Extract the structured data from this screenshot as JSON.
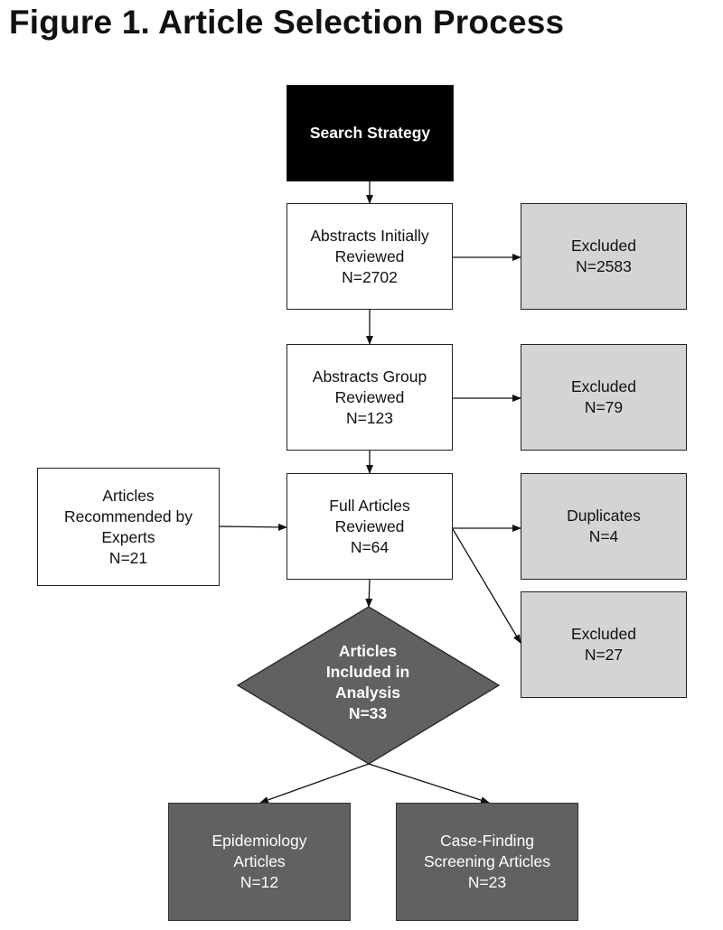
{
  "title": "Figure 1. Article Selection Process",
  "nodes": {
    "search": {
      "lines": [
        "Search Strategy"
      ]
    },
    "abstracts_initial": {
      "lines": [
        "Abstracts Initially",
        "Reviewed",
        "N=2702"
      ]
    },
    "excluded_1": {
      "lines": [
        "Excluded",
        "N=2583"
      ]
    },
    "abstracts_group": {
      "lines": [
        "Abstracts Group",
        "Reviewed",
        "N=123"
      ]
    },
    "excluded_2": {
      "lines": [
        "Excluded",
        "N=79"
      ]
    },
    "experts": {
      "lines": [
        "Articles",
        "Recommended by",
        "Experts",
        "N=21"
      ]
    },
    "full_articles": {
      "lines": [
        "Full Articles",
        "Reviewed",
        "N=64"
      ]
    },
    "duplicates": {
      "lines": [
        "Duplicates",
        "N=4"
      ]
    },
    "excluded_3": {
      "lines": [
        "Excluded",
        "N=27"
      ]
    },
    "included": {
      "lines": [
        "Articles",
        "Included in",
        "Analysis",
        "N=33"
      ]
    },
    "epidemiology": {
      "lines": [
        "Epidemiology",
        "Articles",
        "N=12"
      ]
    },
    "case_finding": {
      "lines": [
        "Case-Finding",
        "Screening Articles",
        "N=23"
      ]
    }
  },
  "colors": {
    "black_box": "#000000",
    "white_box": "#ffffff",
    "grey_box": "#d4d4d4",
    "dark_box": "#616161"
  }
}
